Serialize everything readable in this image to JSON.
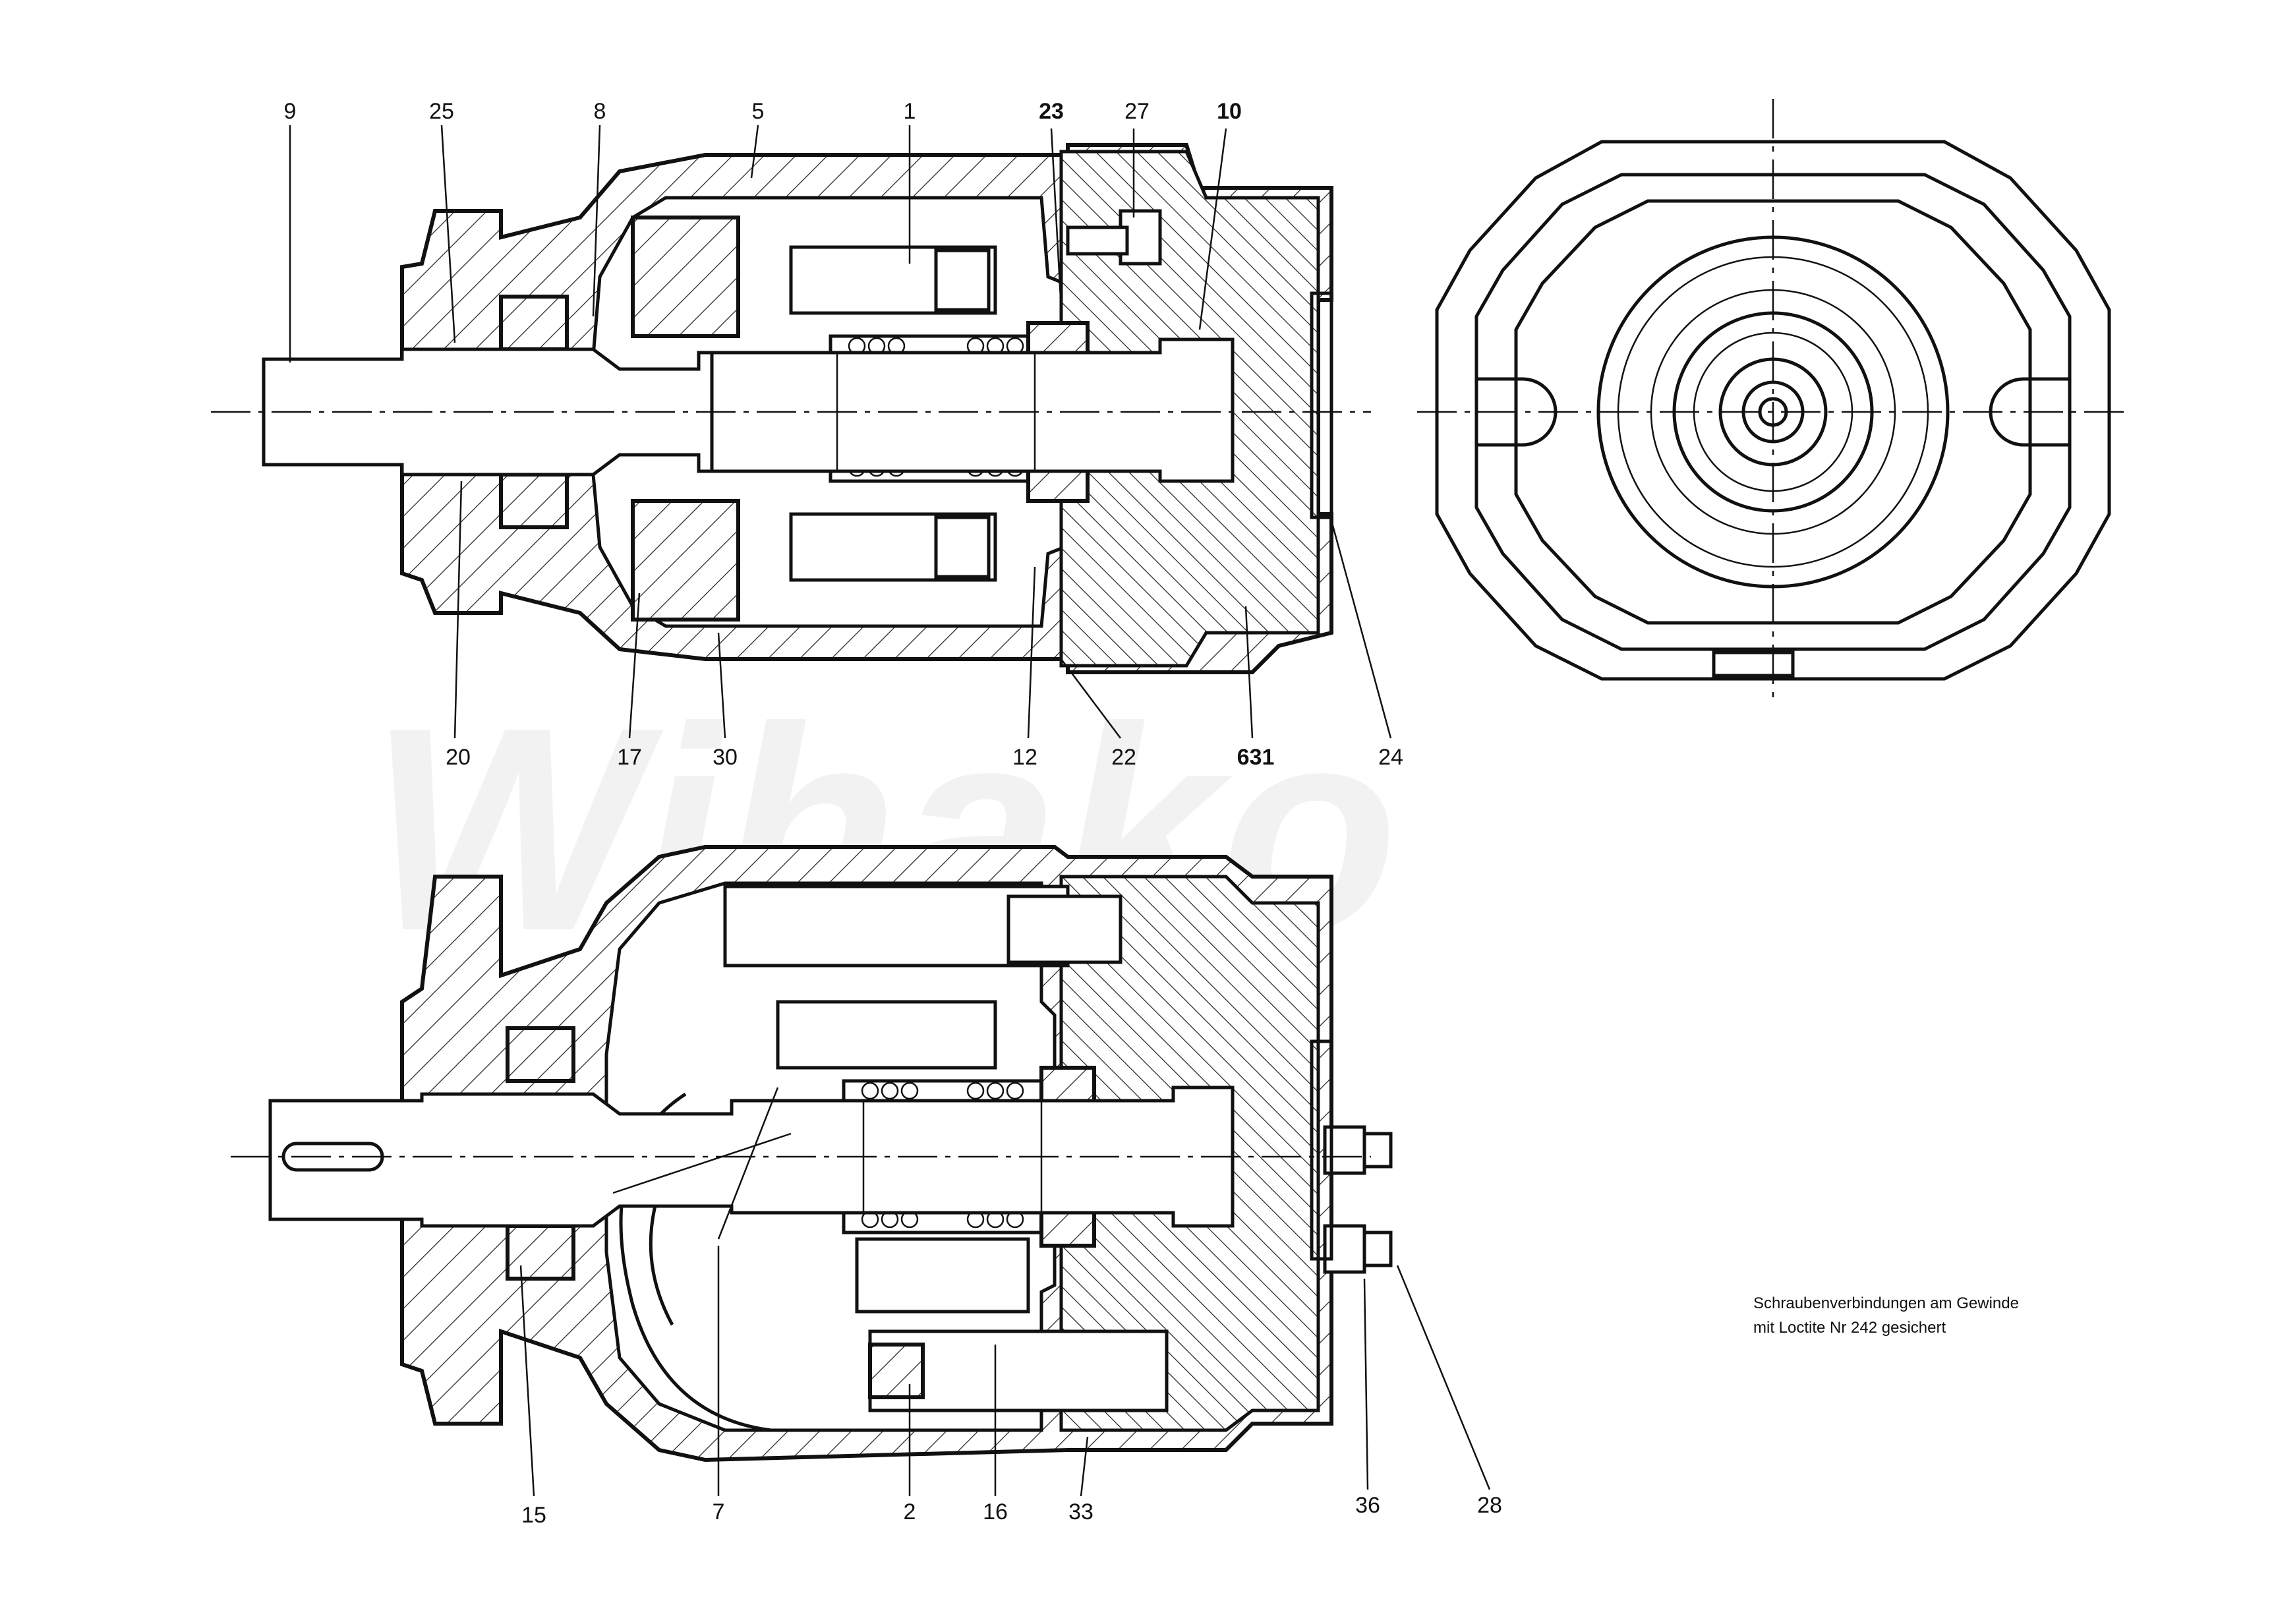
{
  "watermark": "Wihako",
  "callouts_top": [
    {
      "id": "c-9",
      "text": "9"
    },
    {
      "id": "c-25",
      "text": "25"
    },
    {
      "id": "c-8",
      "text": "8"
    },
    {
      "id": "c-5",
      "text": "5"
    },
    {
      "id": "c-1",
      "text": "1"
    },
    {
      "id": "c-23",
      "text": "23"
    },
    {
      "id": "c-27",
      "text": "27"
    },
    {
      "id": "c-10",
      "text": "10"
    },
    {
      "id": "c-20",
      "text": "20"
    },
    {
      "id": "c-17",
      "text": "17"
    },
    {
      "id": "c-30",
      "text": "30"
    },
    {
      "id": "c-12",
      "text": "12"
    },
    {
      "id": "c-22",
      "text": "22"
    },
    {
      "id": "c-631",
      "text": "631"
    },
    {
      "id": "c-24",
      "text": "24"
    }
  ],
  "callouts_bottom": [
    {
      "id": "c-15",
      "text": "15"
    },
    {
      "id": "c-7",
      "text": "7"
    },
    {
      "id": "c-2",
      "text": "2"
    },
    {
      "id": "c-16",
      "text": "16"
    },
    {
      "id": "c-33",
      "text": "33"
    },
    {
      "id": "c-36",
      "text": "36"
    },
    {
      "id": "c-28",
      "text": "28"
    }
  ],
  "note": {
    "line1": "Schraubenverbindungen am Gewinde",
    "line2": "mit Loctite Nr 242 gesichert"
  }
}
